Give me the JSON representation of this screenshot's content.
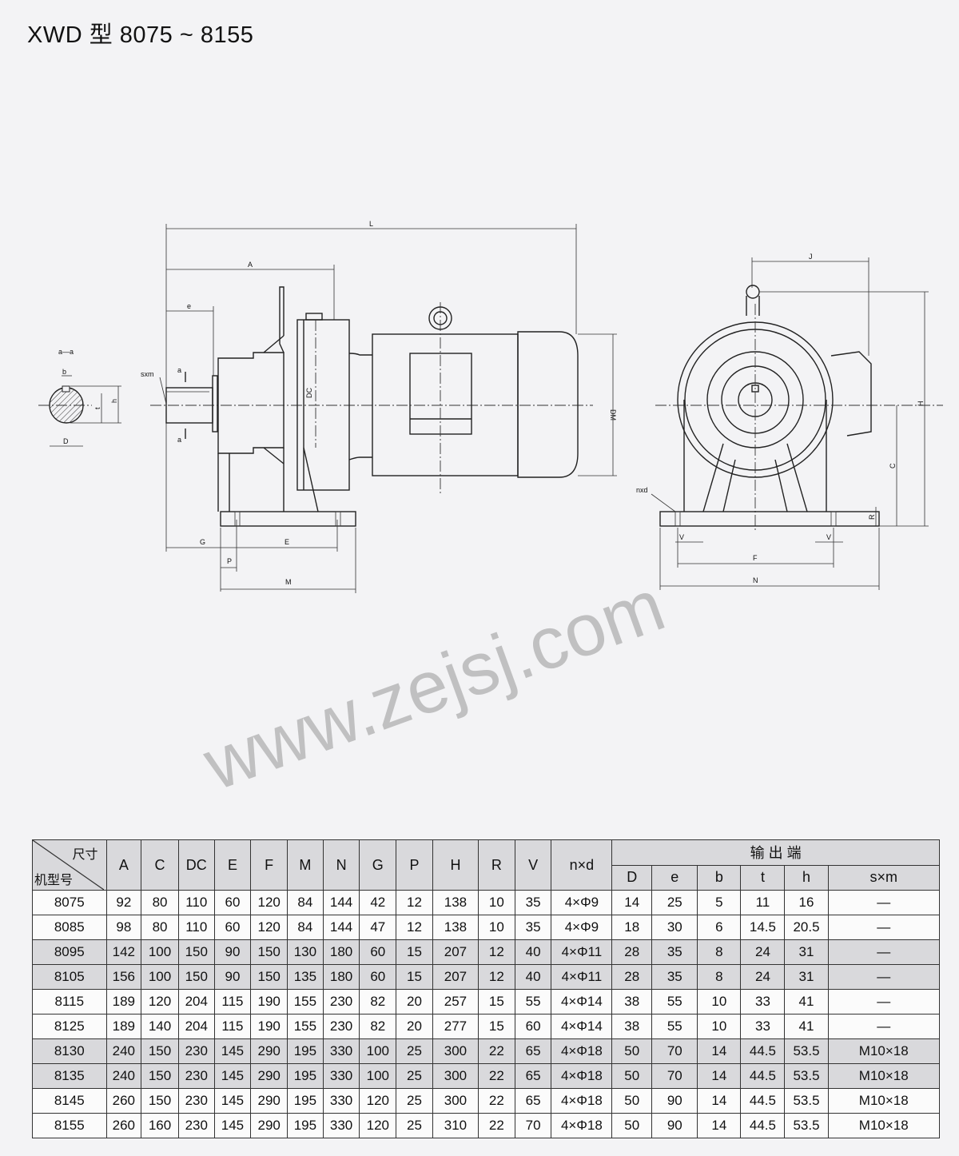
{
  "title": "XWD 型 8075 ~ 8155",
  "watermark": "www.zejsj.com",
  "drawing_labels": {
    "L": "L",
    "A": "A",
    "e": "e",
    "G": "G",
    "E": "E",
    "P": "P",
    "M": "M",
    "DC": "DC",
    "DM": "DM",
    "sxm": "sxm",
    "a_top": "a",
    "a_bottom": "a",
    "section": "a—a",
    "b": "b",
    "h": "h",
    "t": "t",
    "D": "D",
    "J": "J",
    "H": "H",
    "C": "C",
    "R": "R",
    "V_left": "V",
    "V_right": "V",
    "F": "F",
    "N": "N",
    "nxd": "nxd"
  },
  "table": {
    "corner_top": "尺寸",
    "corner_bottom": "机型号",
    "group_header": "输 出 端",
    "headers": [
      "A",
      "C",
      "DC",
      "E",
      "F",
      "M",
      "N",
      "G",
      "P",
      "H",
      "R",
      "V",
      "n×d"
    ],
    "output_headers": [
      "D",
      "e",
      "b",
      "t",
      "h",
      "s×m"
    ],
    "rows": [
      [
        "8075",
        "92",
        "80",
        "110",
        "60",
        "120",
        "84",
        "144",
        "42",
        "12",
        "138",
        "10",
        "35",
        "4×Φ9",
        "14",
        "25",
        "5",
        "11",
        "16",
        "—"
      ],
      [
        "8085",
        "98",
        "80",
        "110",
        "60",
        "120",
        "84",
        "144",
        "47",
        "12",
        "138",
        "10",
        "35",
        "4×Φ9",
        "18",
        "30",
        "6",
        "14.5",
        "20.5",
        "—"
      ],
      [
        "8095",
        "142",
        "100",
        "150",
        "90",
        "150",
        "130",
        "180",
        "60",
        "15",
        "207",
        "12",
        "40",
        "4×Φ11",
        "28",
        "35",
        "8",
        "24",
        "31",
        "—"
      ],
      [
        "8105",
        "156",
        "100",
        "150",
        "90",
        "150",
        "135",
        "180",
        "60",
        "15",
        "207",
        "12",
        "40",
        "4×Φ11",
        "28",
        "35",
        "8",
        "24",
        "31",
        "—"
      ],
      [
        "8115",
        "189",
        "120",
        "204",
        "115",
        "190",
        "155",
        "230",
        "82",
        "20",
        "257",
        "15",
        "55",
        "4×Φ14",
        "38",
        "55",
        "10",
        "33",
        "41",
        "—"
      ],
      [
        "8125",
        "189",
        "140",
        "204",
        "115",
        "190",
        "155",
        "230",
        "82",
        "20",
        "277",
        "15",
        "60",
        "4×Φ14",
        "38",
        "55",
        "10",
        "33",
        "41",
        "—"
      ],
      [
        "8130",
        "240",
        "150",
        "230",
        "145",
        "290",
        "195",
        "330",
        "100",
        "25",
        "300",
        "22",
        "65",
        "4×Φ18",
        "50",
        "70",
        "14",
        "44.5",
        "53.5",
        "M10×18"
      ],
      [
        "8135",
        "240",
        "150",
        "230",
        "145",
        "290",
        "195",
        "330",
        "100",
        "25",
        "300",
        "22",
        "65",
        "4×Φ18",
        "50",
        "70",
        "14",
        "44.5",
        "53.5",
        "M10×18"
      ],
      [
        "8145",
        "260",
        "150",
        "230",
        "145",
        "290",
        "195",
        "330",
        "120",
        "25",
        "300",
        "22",
        "65",
        "4×Φ18",
        "50",
        "90",
        "14",
        "44.5",
        "53.5",
        "M10×18"
      ],
      [
        "8155",
        "260",
        "160",
        "230",
        "145",
        "290",
        "195",
        "330",
        "120",
        "25",
        "310",
        "22",
        "70",
        "4×Φ18",
        "50",
        "90",
        "14",
        "44.5",
        "53.5",
        "M10×18"
      ]
    ]
  }
}
